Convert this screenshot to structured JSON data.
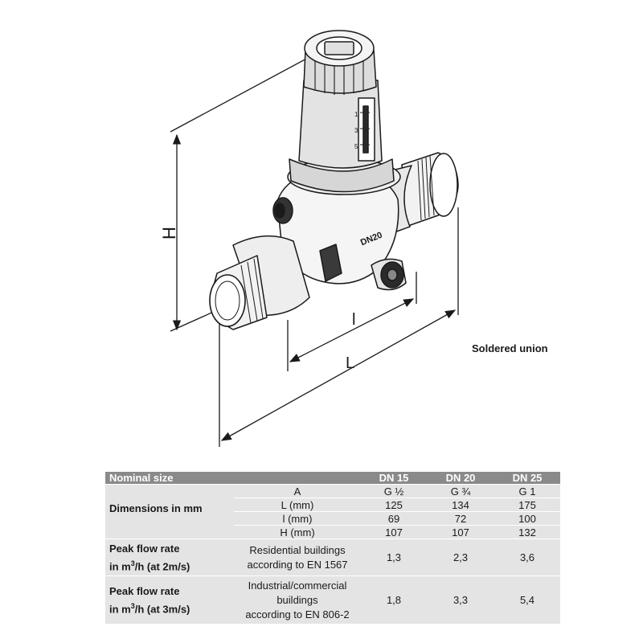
{
  "drawing": {
    "labels": {
      "height": "H",
      "inner_length": "l",
      "total_length": "L"
    },
    "valve_marking": "DN20",
    "scale_marks": [
      "1",
      "3",
      "5"
    ],
    "colors": {
      "line": "#1a1a1a",
      "shade": "#c9c9c9",
      "dark": "#333333"
    }
  },
  "caption": "Soldered union",
  "table": {
    "header": {
      "label": "Nominal size",
      "sizes": [
        "DN 15",
        "DN 20",
        "DN 25"
      ]
    },
    "dimensions": {
      "group_label": "Dimensions in mm",
      "rows": [
        {
          "param": "A",
          "values": [
            "G ½",
            "G ¾",
            "G 1"
          ]
        },
        {
          "param": "L (mm)",
          "values": [
            "125",
            "134",
            "175"
          ]
        },
        {
          "param": "l (mm)",
          "values": [
            "69",
            "72",
            "100"
          ]
        },
        {
          "param": "H (mm)",
          "values": [
            "107",
            "107",
            "132"
          ]
        }
      ]
    },
    "flow_rows": [
      {
        "label_line1": "Peak flow rate",
        "label_line2_pre": "in m",
        "label_line2_sup": "3",
        "label_line2_post": "/h (at 2m/s)",
        "desc": [
          "Residential buildings",
          "according to EN 1567"
        ],
        "values": [
          "1,3",
          "2,3",
          "3,6"
        ]
      },
      {
        "label_line1": "Peak flow rate",
        "label_line2_pre": "in m",
        "label_line2_sup": "3",
        "label_line2_post": "/h (at 3m/s)",
        "desc": [
          "Industrial/commercial",
          "buildings",
          "according to EN 806-2"
        ],
        "values": [
          "1,8",
          "3,3",
          "5,4"
        ]
      }
    ],
    "colors": {
      "header_bg": "#8a8a8a",
      "row_bg": "#e4e4e4"
    }
  }
}
